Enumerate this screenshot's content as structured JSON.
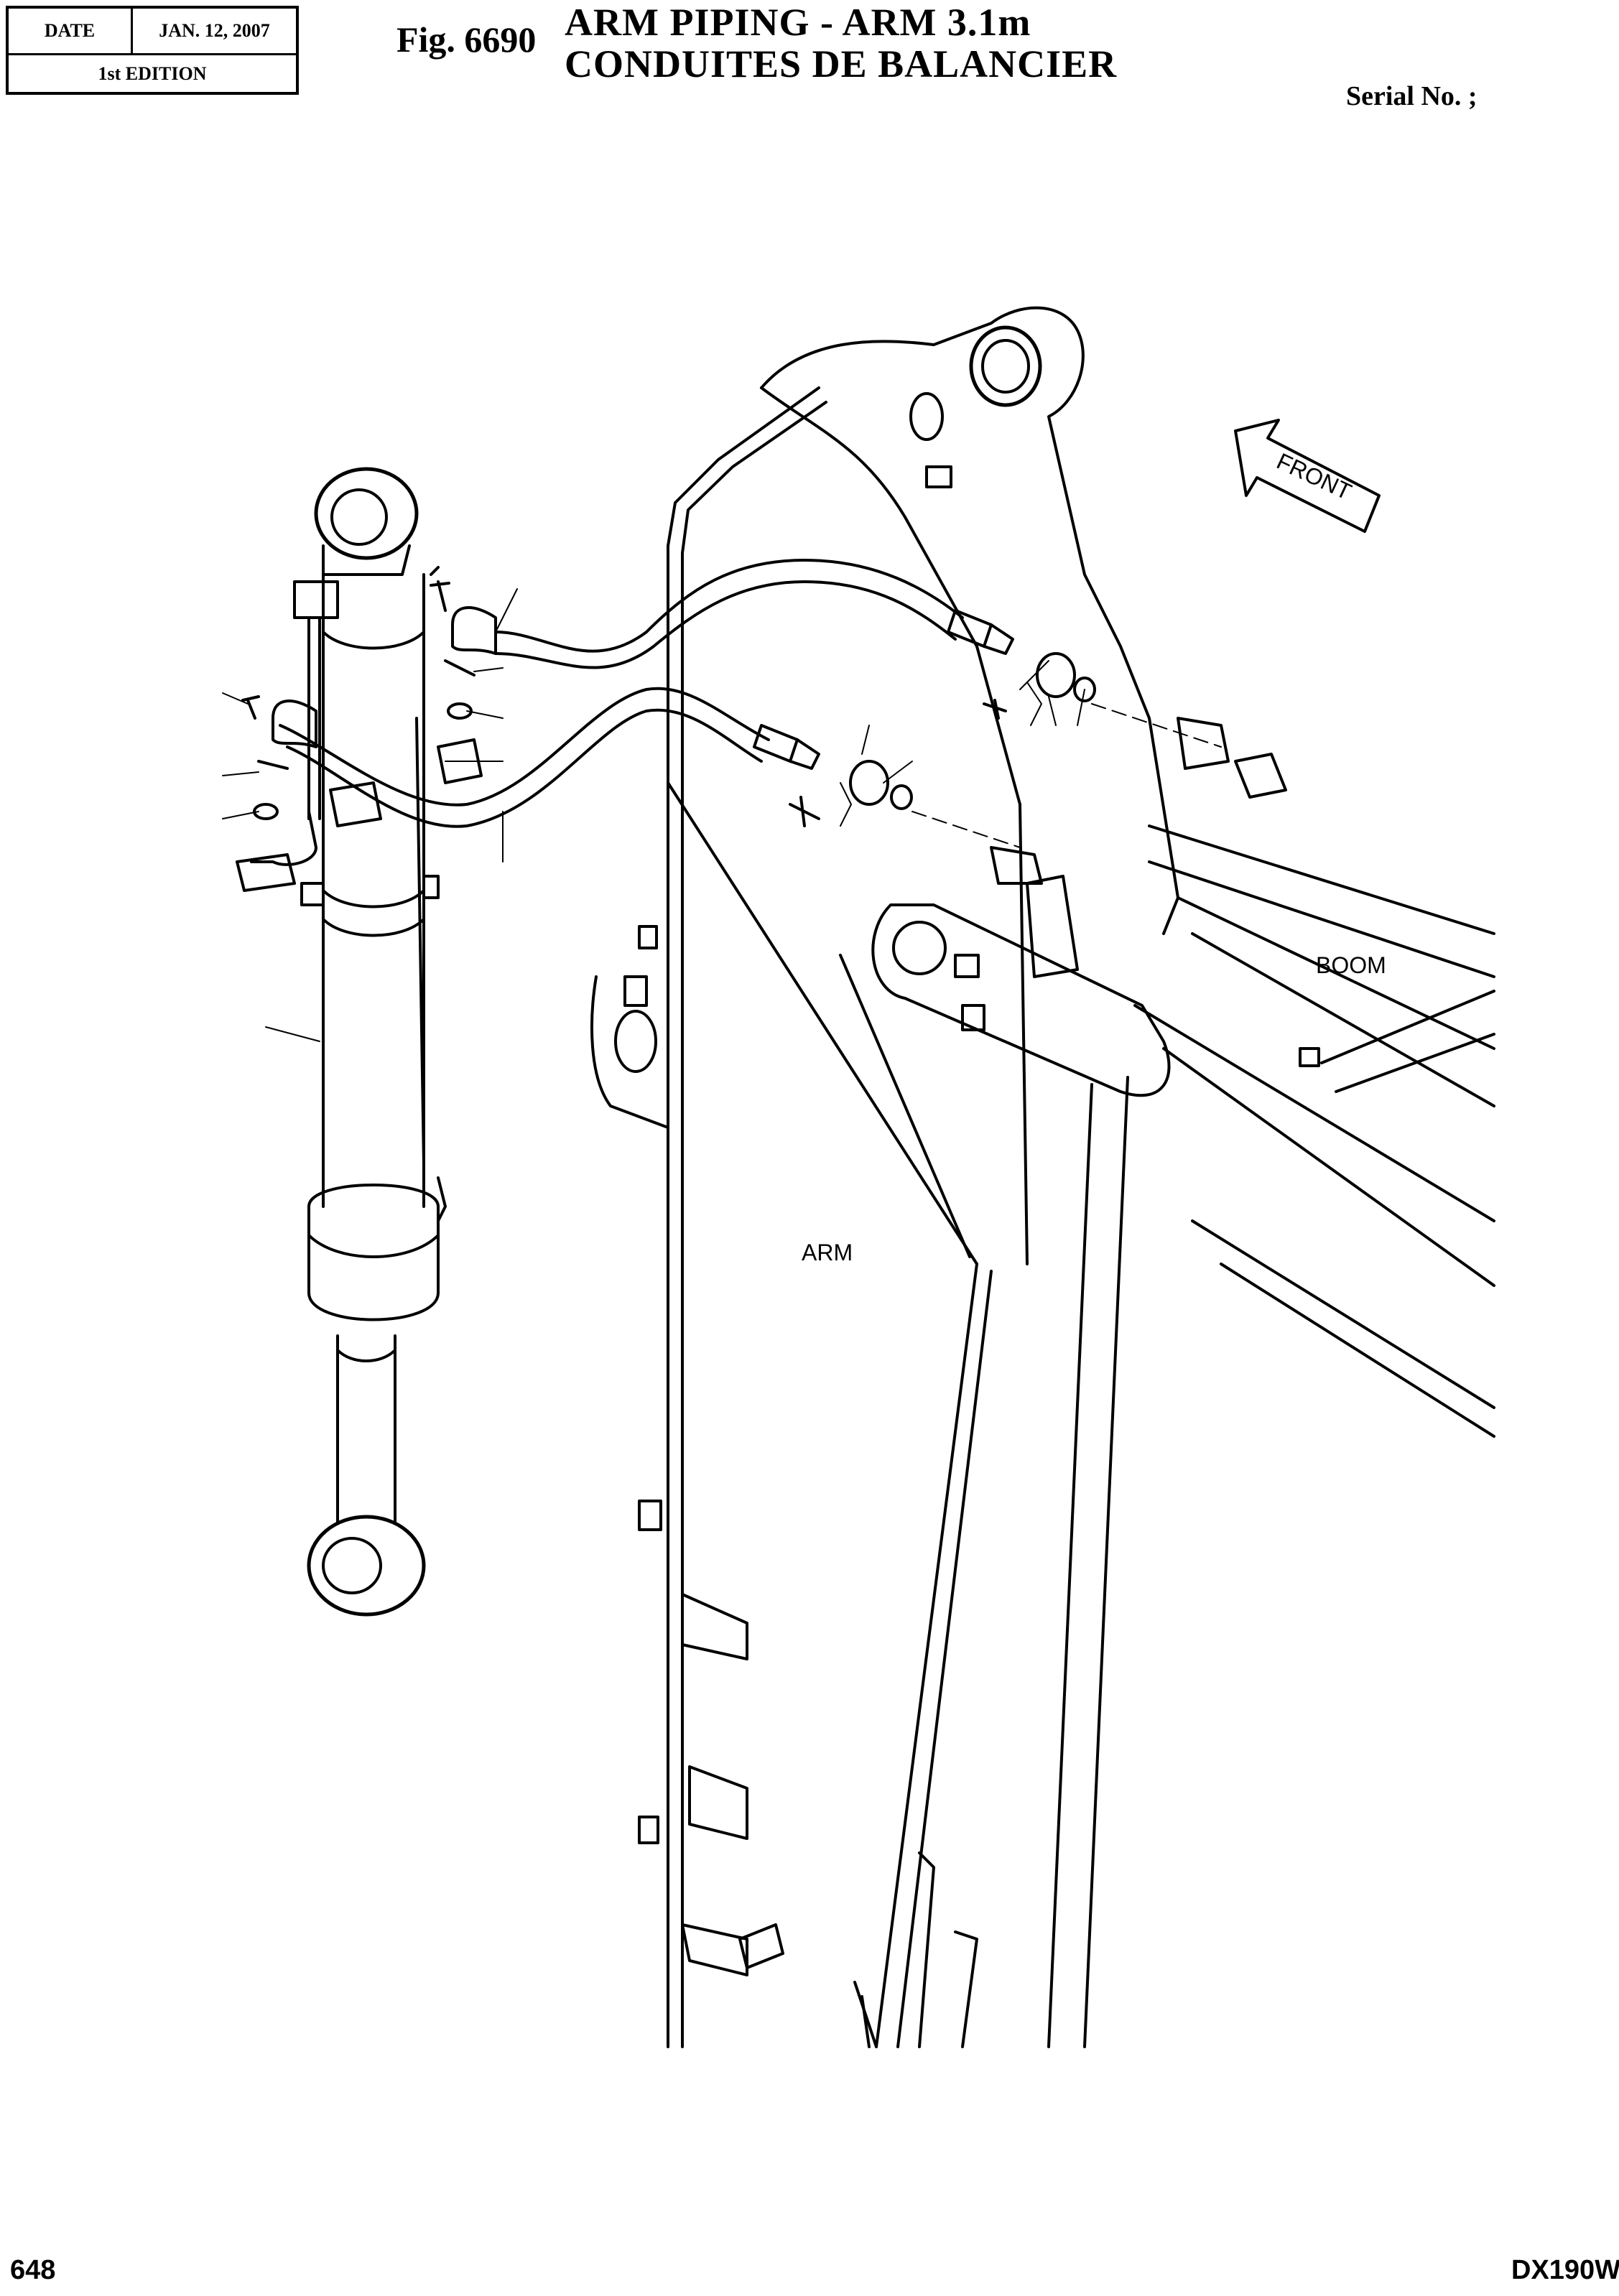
{
  "header": {
    "date_label": "DATE",
    "date_value": "JAN. 12, 2007",
    "edition": "1st EDITION",
    "figure_number": "Fig. 6690",
    "title_line1": "ARM  PIPING  -  ARM  3.1m",
    "title_line2": "CONDUITES  DE  BALANCIER",
    "serial_label": "Serial No. ;"
  },
  "diagram": {
    "labels": {
      "front": "FRONT",
      "boom": "BOOM",
      "arm": "ARM"
    }
  },
  "footer": {
    "page_number": "648",
    "model": "DX190W"
  }
}
